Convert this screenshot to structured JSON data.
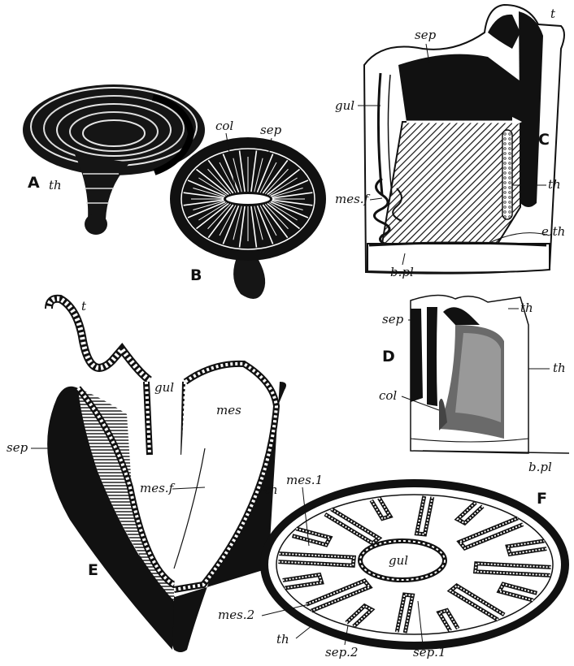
{
  "figures": {
    "A": {
      "letter": "A",
      "labels": {
        "th": "th"
      }
    },
    "B": {
      "letter": "B",
      "labels": {
        "col": "col",
        "sep": "sep"
      }
    },
    "C": {
      "letter": "C",
      "labels": {
        "t": "t",
        "sep": "sep",
        "gul": "gul",
        "mes_f": "mes.f",
        "th": "th",
        "e_th": "e.th",
        "b_pl": "b.pl"
      }
    },
    "D": {
      "letter": "D",
      "labels": {
        "sep": "sep",
        "th_top": "th",
        "th_right": "th",
        "col": "col",
        "b_pl": "b.pl"
      }
    },
    "E": {
      "letter": "E",
      "labels": {
        "t": "t",
        "gul": "gul",
        "mes": "mes",
        "sep": "sep",
        "mes_f": "mes.f",
        "th": "th"
      }
    },
    "F": {
      "letter": "F",
      "labels": {
        "mes_1": "mes.1",
        "gul": "gul",
        "mes_2": "mes.2",
        "th": "th",
        "sep_2": "sep.2",
        "sep_1": "sep.1"
      }
    }
  }
}
